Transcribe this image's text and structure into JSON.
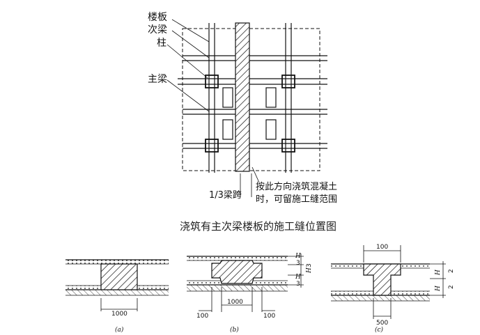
{
  "plan": {
    "labels": {
      "slab": "楼板",
      "secondary_beam": "次梁",
      "column": "柱",
      "main_beam": "主梁",
      "span_note": "1/3梁跨",
      "pour_note_line1": "按此方向浇筑混凝土",
      "pour_note_line2": "时，可留施工缝范围"
    }
  },
  "caption": "浇筑有主次梁楼板的施工缝位置图",
  "details": {
    "a": {
      "tag": "(a)",
      "dim_bottom": "1000"
    },
    "b": {
      "tag": "(b)",
      "dim_bottom": "1000",
      "dim_left": "100",
      "dim_right": "100",
      "h_top": "H",
      "h_top_den": "3",
      "h_mid": "H",
      "h_mid_den": "3",
      "h_bot": "H",
      "h_bot_den": "3"
    },
    "c": {
      "tag": "(c)",
      "dim_top": "100",
      "dim_bottom": "500",
      "h_top": "H",
      "h_top_den": "2",
      "h_bot": "H",
      "h_bot_den": "2"
    }
  }
}
